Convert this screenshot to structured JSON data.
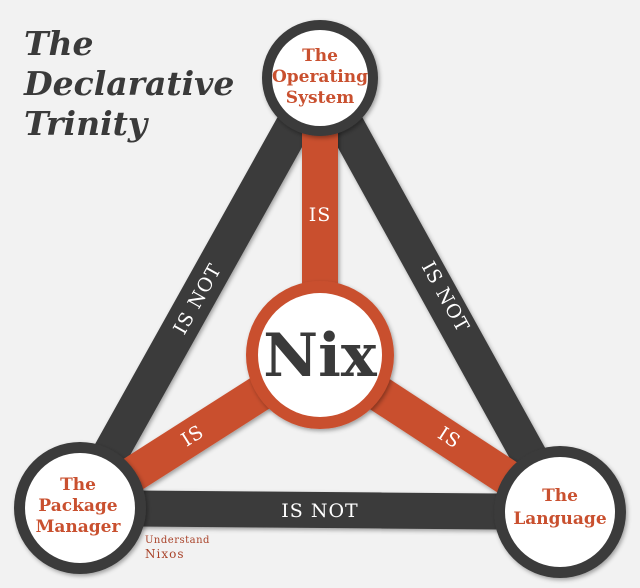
{
  "title": {
    "lines": [
      "The",
      "Declarative",
      "Trinity"
    ]
  },
  "center": {
    "label": "Nix"
  },
  "nodes": {
    "top": {
      "lines": [
        "The",
        "Operating",
        "System"
      ]
    },
    "left": {
      "lines": [
        "The",
        "Package",
        "Manager"
      ]
    },
    "right": {
      "lines": [
        "The",
        "Language"
      ]
    }
  },
  "edges": {
    "spokes": {
      "top": "IS",
      "left": "IS",
      "right": "IS"
    },
    "sides": {
      "left": "IS NOT",
      "right": "IS NOT",
      "bottom": "IS NOT"
    }
  },
  "brand": {
    "line1": "Understand",
    "line2": "Nixos"
  },
  "colors": {
    "dark": "#3a3a3a",
    "orange": "#c9502f",
    "background": "#f2f2f2"
  }
}
